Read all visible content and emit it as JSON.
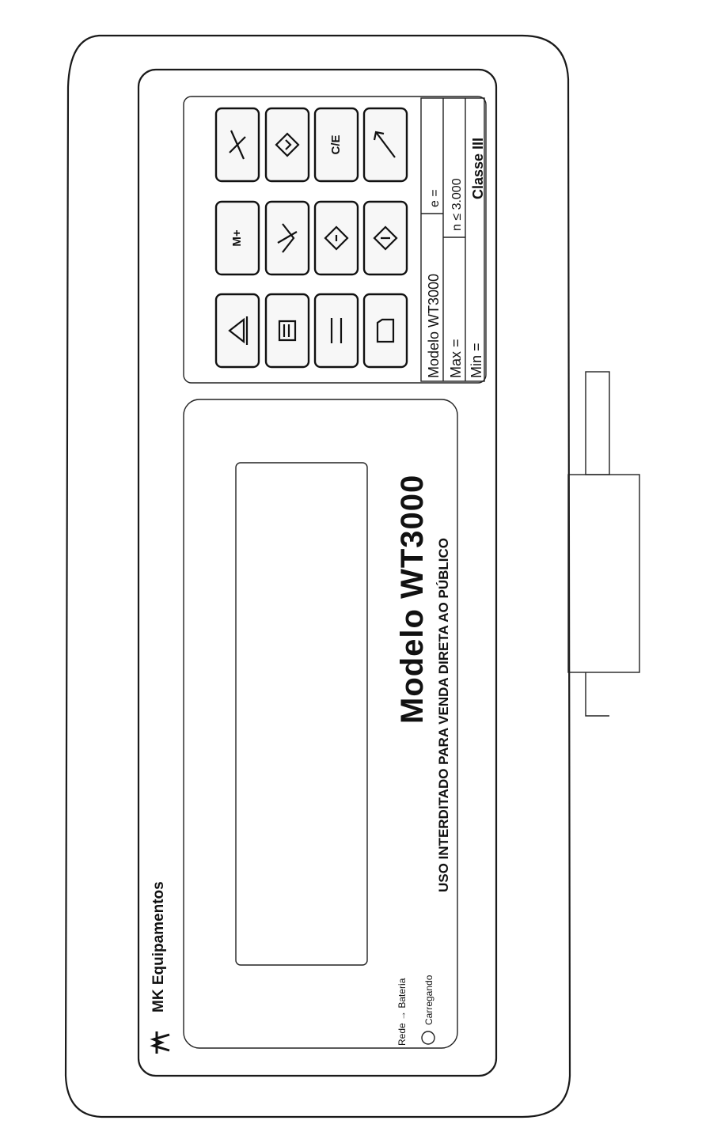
{
  "brand": {
    "name": "MK Equipamentos"
  },
  "display": {
    "model_title": "Modelo WT3000",
    "usage_notice": "USO INTERDITADO PARA VENDA DIRETA AO PÚBLICO",
    "indicator_caption": "Rede → Bateria",
    "indicator_label": "Carregando"
  },
  "keypad": {
    "keys": [
      {
        "name": "key-tare",
        "icon": "tare-icon",
        "label": ""
      },
      {
        "name": "key-plu",
        "icon": "plu-icon",
        "label": ""
      },
      {
        "name": "key-zero",
        "icon": "zero-icon",
        "label": ""
      },
      {
        "name": "key-print",
        "icon": "print-icon",
        "label": ""
      },
      {
        "name": "key-m-plus",
        "icon": "memory-plus-icon",
        "label": "M+"
      },
      {
        "name": "key-function",
        "icon": "function-icon",
        "label": ""
      },
      {
        "name": "key-menu",
        "icon": "menu-icon",
        "label": ""
      },
      {
        "name": "key-scroll",
        "icon": "scroll-icon",
        "label": ""
      },
      {
        "name": "key-down",
        "icon": "arrow-down-icon",
        "label": ""
      },
      {
        "name": "key-back",
        "icon": "back-icon",
        "label": ""
      },
      {
        "name": "key-clear",
        "icon": "clear-icon",
        "label": "C/E"
      },
      {
        "name": "key-enter",
        "icon": "enter-icon",
        "label": ""
      }
    ]
  },
  "nameplate": {
    "model": "Modelo WT3000",
    "max": "Max =",
    "min": "Min =",
    "e": "e =",
    "n": "n ≤ 3.000",
    "class": "Classe III"
  }
}
